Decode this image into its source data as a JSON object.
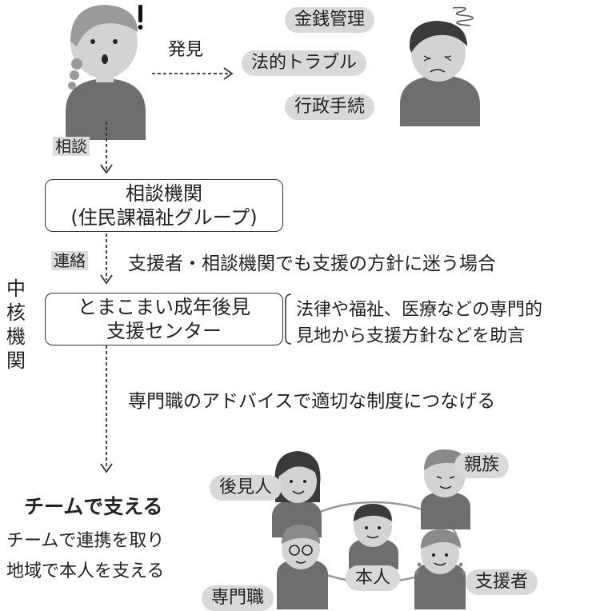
{
  "discovery_label": "発見",
  "issues": [
    "金銭管理",
    "法的トラブル",
    "行政手続"
  ],
  "consult_label": "相談",
  "consult_agency": {
    "line1": "相談機関",
    "line2": "(住民課福祉グループ)"
  },
  "contact_label": "連絡",
  "contact_note": "支援者・相談機関でも支援の方針に迷う場合",
  "core_org_label": "中核機関",
  "center": {
    "line1": "とまこまい成年後見",
    "line2": "支援センター"
  },
  "center_note": {
    "line1": "法律や福祉、医療などの専門的",
    "line2": "見地から支援方針などを助言"
  },
  "expert_note": "専門職のアドバイスで適切な制度につなげる",
  "team": {
    "heading": "チームで支える",
    "desc1": "チームで連携を取り",
    "desc2": "地域で本人を支える"
  },
  "roles": {
    "guardian": "後見人",
    "relatives": "親族",
    "principal": "本人",
    "professional": "専門職",
    "supporter": "支援者"
  },
  "colors": {
    "figure_gray": "#6e6e6e",
    "skin_gray": "#cfcfcf",
    "pill_gray": "#d9d9d9",
    "hair_dark": "#3a3a3a"
  }
}
